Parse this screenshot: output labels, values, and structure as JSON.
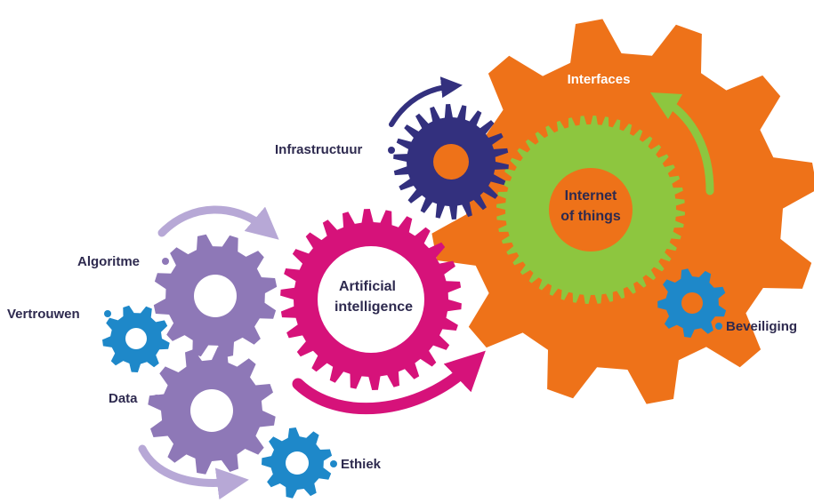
{
  "colors": {
    "orange": "#EE7219",
    "green": "#8DC63F",
    "magenta": "#D6127A",
    "navy": "#33307E",
    "purple": "#8E78B7",
    "blue": "#1E88C9",
    "text": "#2E2A4F",
    "white": "#FFFFFF"
  },
  "labels": {
    "interfaces": "Interfaces",
    "iot_line1": "Internet",
    "iot_line2": "of things",
    "ai_line1": "Artificial",
    "ai_line2": "intelligence",
    "infrastructuur": "Infrastructuur",
    "algoritme": "Algoritme",
    "vertrouwen": "Vertrouwen",
    "data": "Data",
    "ethiek": "Ethiek",
    "beveiliging": "Beveiliging"
  }
}
